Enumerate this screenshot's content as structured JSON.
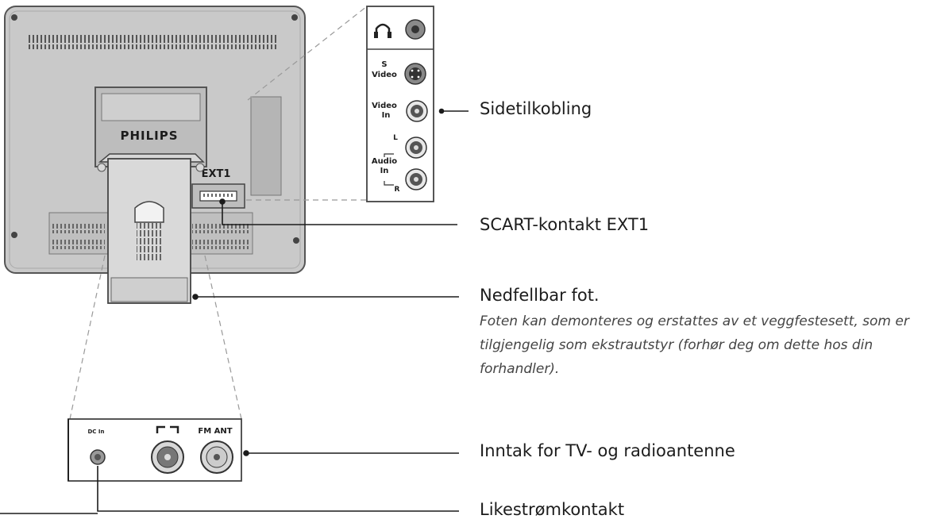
{
  "labels": {
    "brand": "PHILIPS",
    "ext1": "EXT1",
    "s_video": [
      "S",
      "Video"
    ],
    "video_in": [
      "Video",
      "In"
    ],
    "audio_in": [
      "Audio",
      "In"
    ],
    "audio_l": "L",
    "audio_r": "R",
    "dc_in": "DC In",
    "fm_ant": "FM ANT"
  },
  "callouts": {
    "side_connection": "Sidetilkobling",
    "scart": "SCART-kontakt EXT1",
    "foot_title": "Nedfellbar fot.",
    "foot_note": "Foten kan demonteres og erstattes av et veggfestesett, som er tilgjengelig som ekstrautstyr (forhør deg om dette hos din forhandler).",
    "antenna": "Inntak for TV- og radioantenne",
    "dc": "Likestrømkontakt"
  },
  "colors": {
    "housing": "#c9c9c9",
    "line": "#1c1c1c",
    "panel": "#ffffff"
  }
}
